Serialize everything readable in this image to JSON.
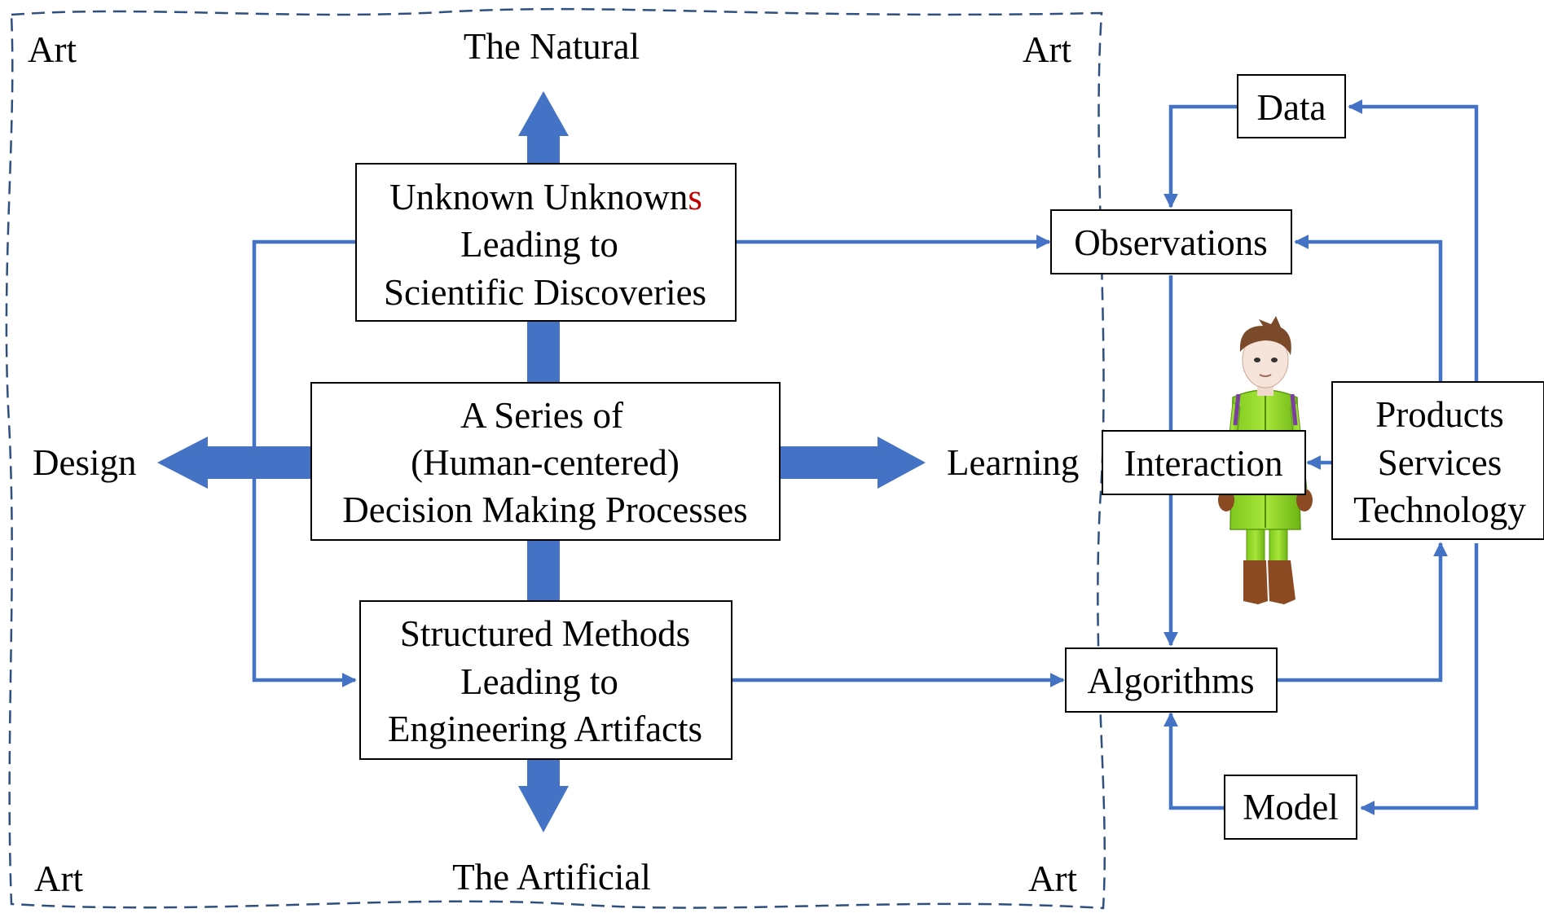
{
  "corners": {
    "top_left": "Art",
    "top_right": "Art",
    "bottom_left": "Art",
    "bottom_right": "Art"
  },
  "poles": {
    "top": "The Natural",
    "bottom": "The Artificial",
    "left": "Design",
    "right": "Learning"
  },
  "center_box": {
    "lines": [
      "A Series of",
      "(Human-centered)",
      "Decision Making Processes"
    ]
  },
  "top_box": {
    "line1_main": "Unknown Unknown",
    "line1_highlight": "s",
    "line2": "Leading to",
    "line3": "Scientific Discoveries"
  },
  "bottom_box": {
    "lines": [
      "Structured Methods",
      "Leading to",
      "Engineering Artifacts"
    ]
  },
  "cycle": {
    "data": "Data",
    "observations": "Observations",
    "interaction": "Interaction",
    "algorithms": "Algorithms",
    "model": "Model",
    "outputs": [
      "Products",
      "Services",
      "Technology"
    ]
  },
  "colors": {
    "arrow_blue": "#4472C4",
    "dashed_border": "#2F4F7F",
    "highlight_red": "#C00000"
  },
  "figure_icon": "cartoon-person-green-jacket"
}
